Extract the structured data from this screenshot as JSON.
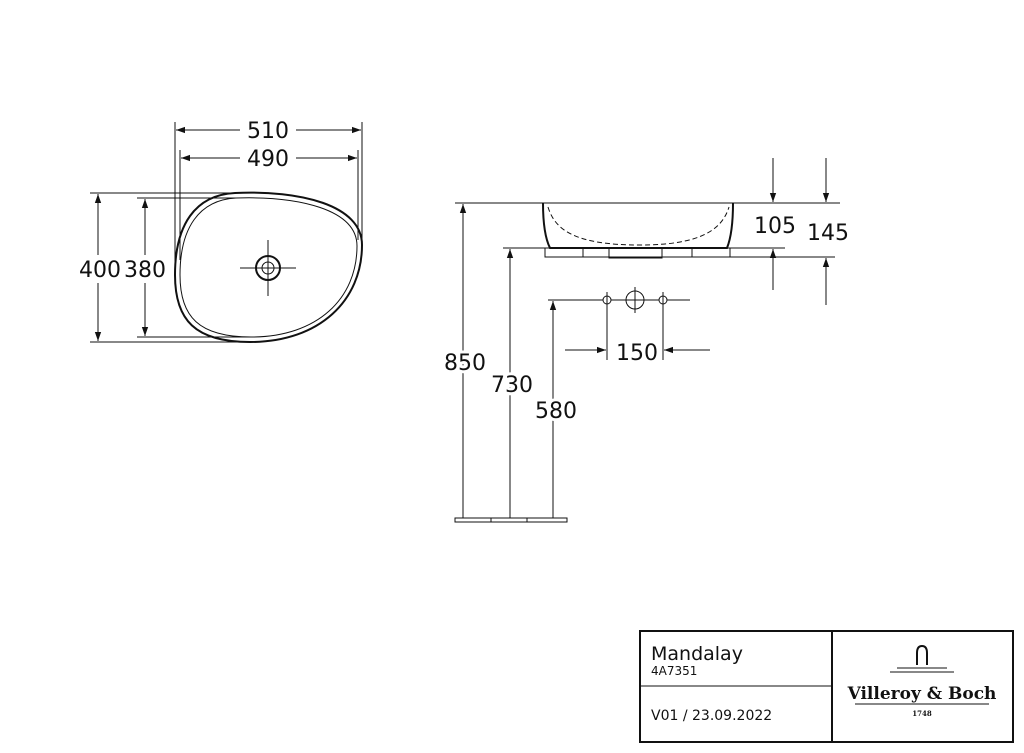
{
  "drawing": {
    "top_view": {
      "width_outer": "510",
      "width_inner": "490",
      "depth_outer": "400",
      "depth_inner": "380"
    },
    "side_view": {
      "basin_height": "105",
      "total_height": "145",
      "rim_height": "850",
      "counter_height": "730",
      "outlet_height": "580",
      "tap_spacing": "150"
    }
  },
  "title_block": {
    "product_name": "Mandalay",
    "article_number": "4A7351",
    "version_date": "V01 / 23.09.2022",
    "brand": "Villeroy & Boch",
    "brand_year": "1748"
  },
  "colors": {
    "line": "#111111",
    "background": "#ffffff"
  }
}
